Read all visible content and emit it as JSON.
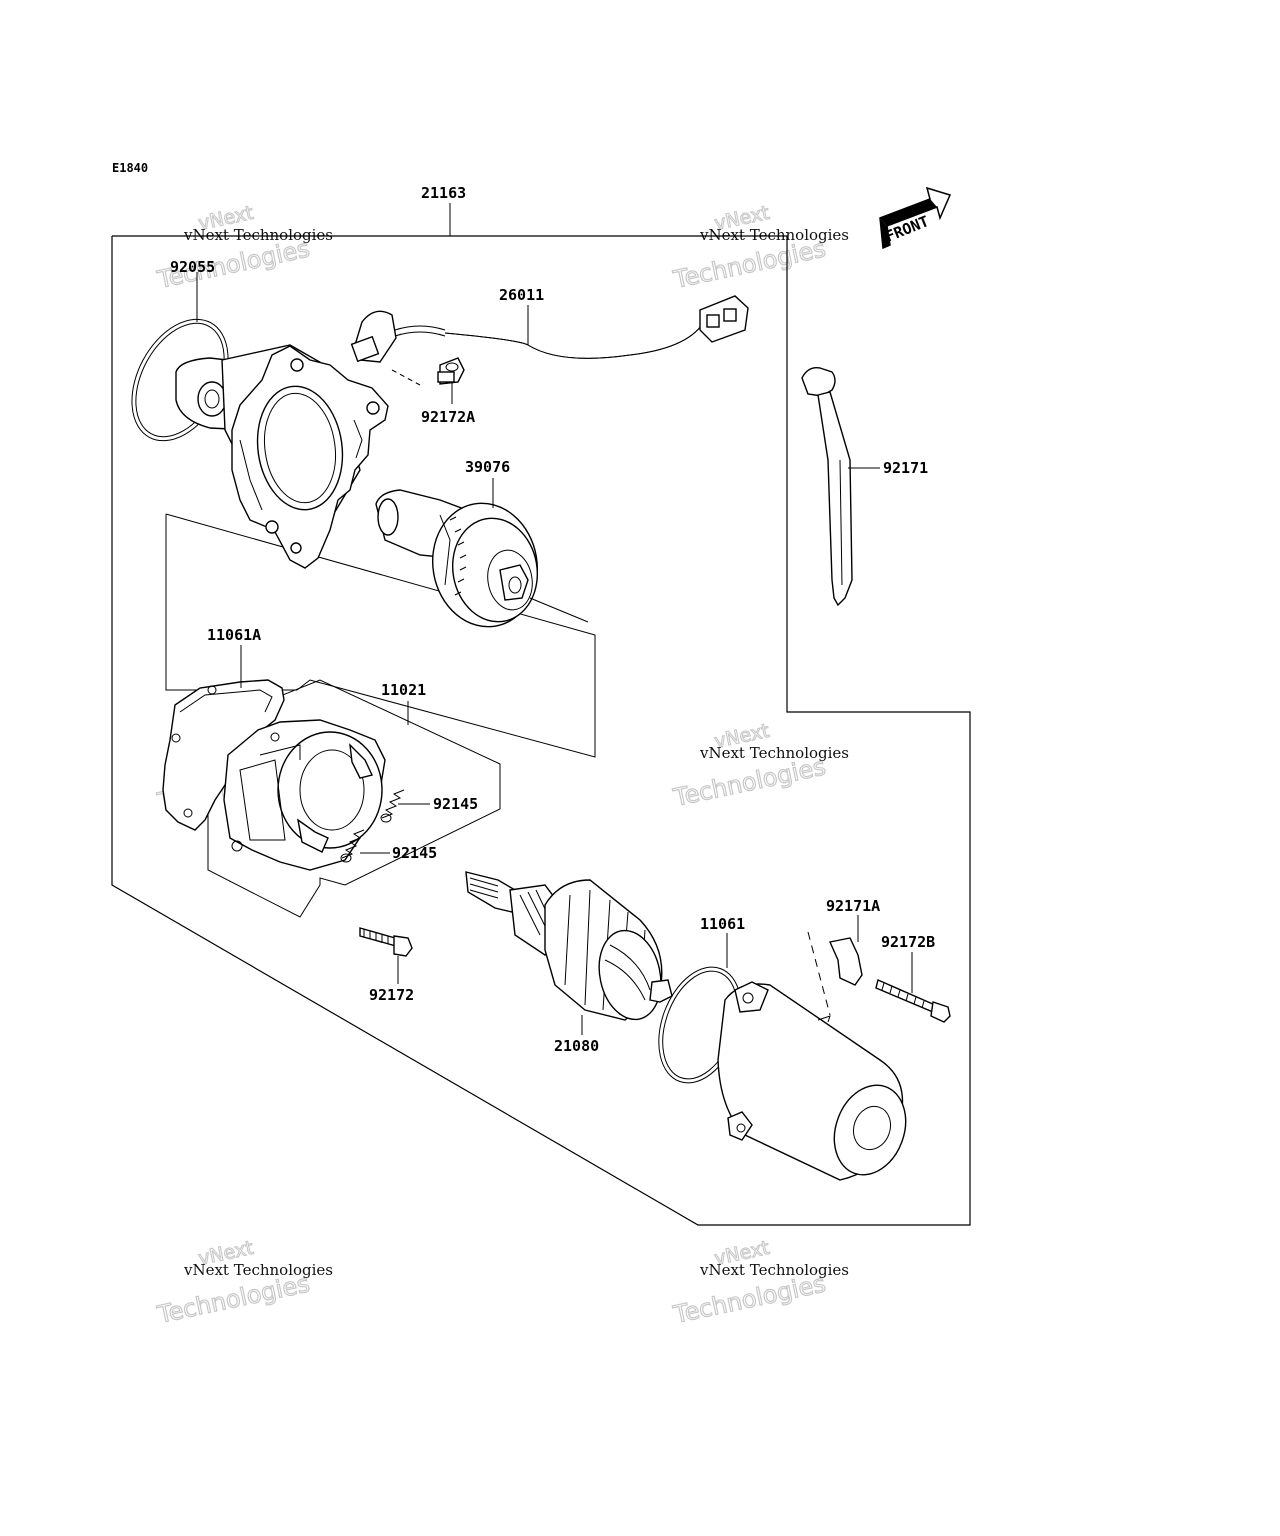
{
  "diagram": {
    "code": "E1840",
    "front_label": "FRONT",
    "callouts": {
      "c21163": "21163",
      "c92055": "92055",
      "c26011": "26011",
      "c92172A": "92172A",
      "c39076": "39076",
      "c92171": "92171",
      "c11061A": "11061A",
      "c11021": "11021",
      "c92145a": "92145",
      "c92145b": "92145",
      "c92172": "92172",
      "c21080": "21080",
      "c11061": "11061",
      "c92171A": "92171A",
      "c92172B": "92172B"
    }
  },
  "watermark": {
    "line1": "vNext",
    "line2": "vNext Technologies",
    "line3": "Technologies"
  }
}
